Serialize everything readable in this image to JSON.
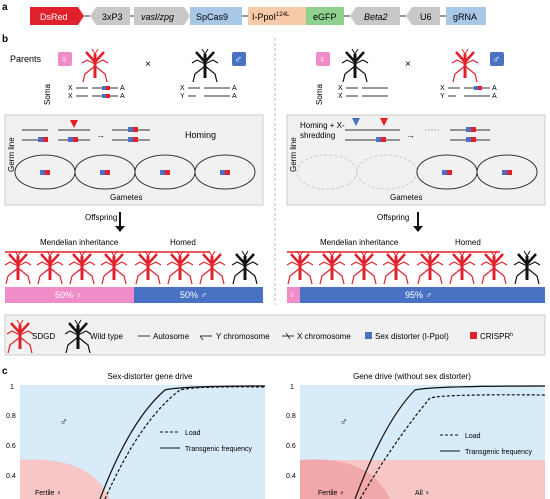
{
  "panel_a": {
    "label": "a",
    "construct": [
      {
        "text": "DsRed",
        "fill": "#e0202a",
        "text_color": "#ffffff"
      },
      {
        "text": "3xP3",
        "fill": "#c8c8c8",
        "text_color": "#222222"
      },
      {
        "text": "vasl/zpg",
        "fill": "#c8c8c8",
        "text_color": "#222222",
        "italic": true
      },
      {
        "text": "SpCas9",
        "fill": "#a9c8e8",
        "text_color": "#222222"
      },
      {
        "text": "I-PpoI",
        "sup": "124L",
        "fill": "#f6c9a8",
        "text_color": "#222222"
      },
      {
        "text": "eGFP",
        "fill": "#8fd18f",
        "text_color": "#222222"
      },
      {
        "text": "Beta2",
        "fill": "#c8c8c8",
        "text_color": "#222222",
        "italic": true
      },
      {
        "text": "U6",
        "fill": "#c8c8c8",
        "text_color": "#222222"
      },
      {
        "text": "gRNA",
        "fill": "#a9c8e8",
        "text_color": "#222222"
      }
    ]
  },
  "panel_b": {
    "label": "b",
    "left": {
      "parents_label": "Parents",
      "female_symbol": "♀",
      "male_symbol": "♂",
      "cross": "×",
      "soma_label": "Soma",
      "chrom_female": [
        "X",
        "X"
      ],
      "chrom_male": [
        "X",
        "Y"
      ],
      "autosome_letter": "A",
      "germline_label": "Germ line",
      "homing_label": "Homing",
      "gametes_label": "Gametes",
      "offspring_label": "Offspring",
      "mendelian_label": "Mendelian inheritance",
      "homed_label": "Homed",
      "bar_female": "50% ♀",
      "bar_male": "50% ♂",
      "bar_female_fraction": 0.5
    },
    "right": {
      "female_symbol": "♀",
      "male_symbol": "♂",
      "cross": "×",
      "soma_label": "Soma",
      "chrom_male": [
        "X",
        "Y"
      ],
      "autosome_letter": "A",
      "germline_label": "Germ line",
      "homing_label": "Homing + X-",
      "homing_label2": "shredding",
      "gametes_label": "Gametes",
      "offspring_label": "Offspring",
      "mendelian_label": "Mendelian inheritance",
      "homed_label": "Homed",
      "bar_female": "♀",
      "bar_male": "95% ♂",
      "bar_female_fraction": 0.05
    },
    "legend": {
      "sdgd": "SDGD",
      "wild_type": "Wild type",
      "autosome": "Autosome",
      "y_chrom": "Y chromosome",
      "x_chrom": "X chromosome",
      "sex_distorter": "Sex distorter (I-PpoI)",
      "crispr": "CRISPR",
      "crispr_sup": "h"
    }
  },
  "colors": {
    "female_pink": "#f08cc8",
    "male_blue": "#4a72c4",
    "sdgd_red": "#e0202a",
    "female_region": "#f7c6c6",
    "male_region": "#d7ebf8",
    "panel_grey": "#f1f1f1"
  },
  "panel_c": {
    "label": "c",
    "charts": [
      {
        "title": "Sex-distorter gene drive",
        "male_symbol": "♂",
        "female_label": "Fertile ♀",
        "legend_load": "Load",
        "legend_freq": "Transgenic frequency",
        "yticks": [
          "1",
          "0.8",
          "0.6",
          "0.4"
        ]
      },
      {
        "title": "Gene drive (without sex distorter)",
        "male_symbol": "♂",
        "female_label": "Fertile ♀",
        "female_label2": "All ♀",
        "legend_load": "Load",
        "legend_freq": "Transgenic frequency",
        "yticks": [
          "1",
          "0.8",
          "0.6",
          "0.4"
        ]
      }
    ]
  }
}
